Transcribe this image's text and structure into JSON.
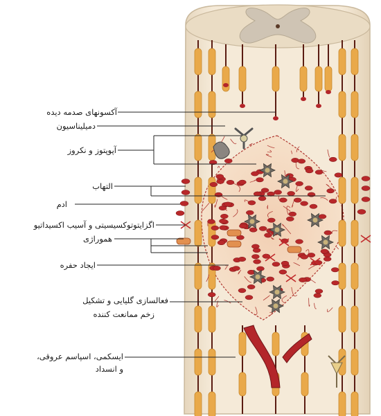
{
  "labels": {
    "damaged_axons": "آکسونهای صدمه دیده",
    "demyelination": "دمیلیناسیون",
    "apoptosis_necrosis": "آپوپتوز و نکروز",
    "inflammation": "التهاب",
    "edema": "ادم",
    "excitotoxicity": "اگزایتوتوکسیسیتی و آسیب اکسیداتیو",
    "hemorrhage": "هموراژی",
    "cavitation": "ایجاد حفره",
    "glial_activation_line1": "فعالسازی گلیایی و تشکیل",
    "glial_activation_line2": "زخم ممانعت کننده",
    "ischemia_line1": "ایسکمی، اسپاسم عروقی،",
    "ischemia_line2": "و انسداد"
  },
  "colors": {
    "tissue": "#f3e7d3",
    "lesion": "#f0d2b8",
    "axon": "#5a1c12",
    "myelin": "#e9a94a",
    "red_cell": "#b8282a",
    "vessel": "#b3262a",
    "microglia": "#6f6a63",
    "leader": "#222222"
  }
}
